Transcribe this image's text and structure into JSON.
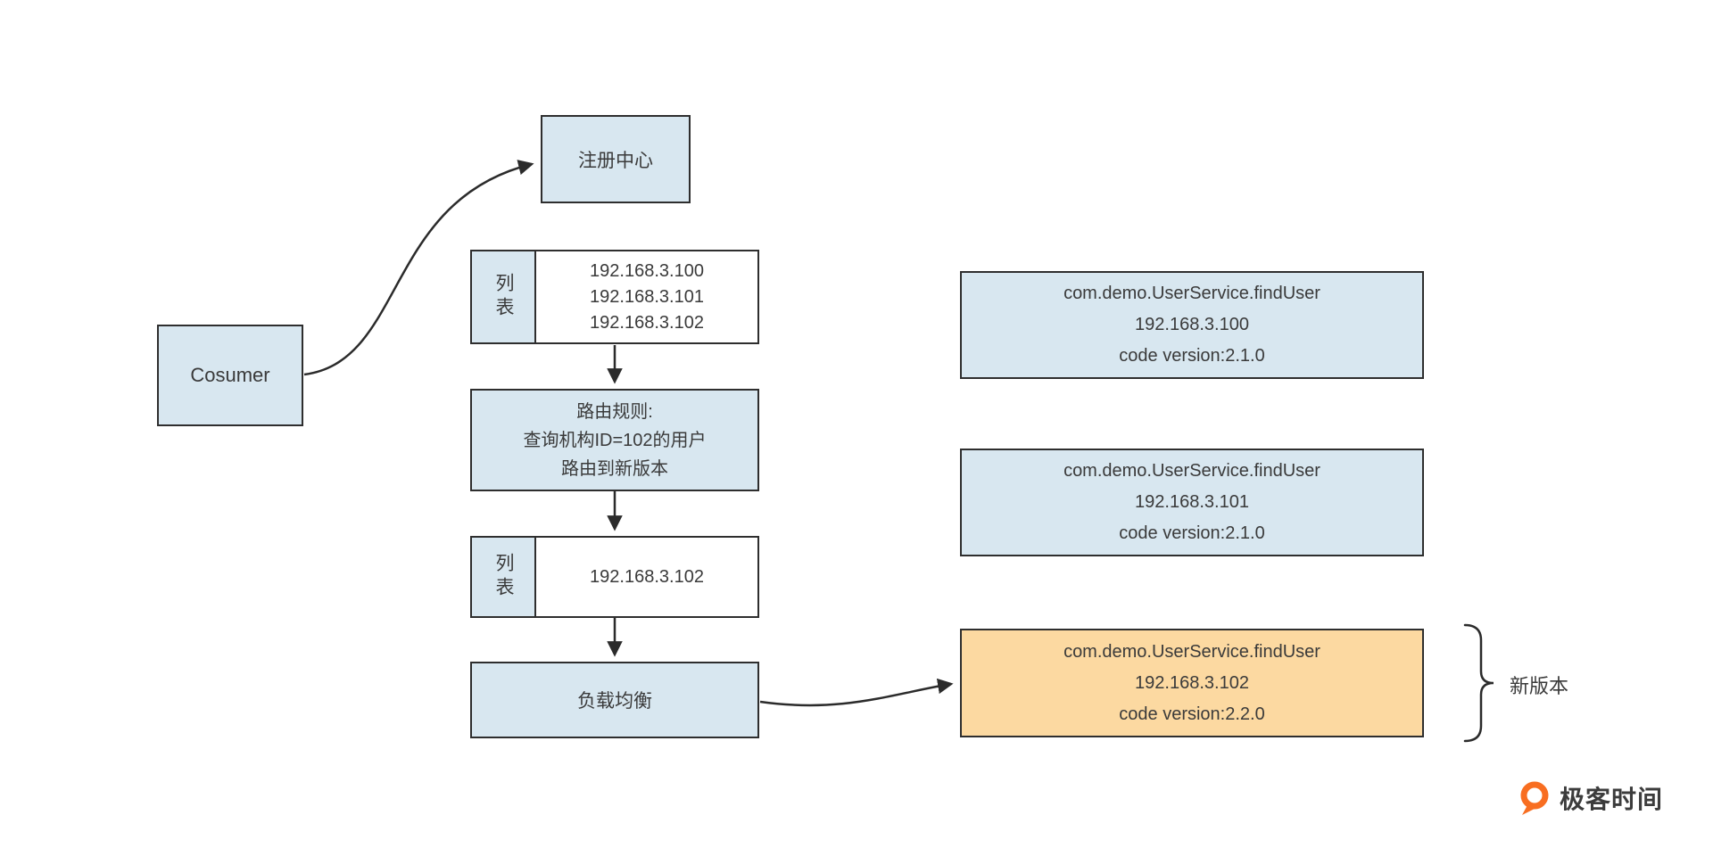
{
  "diagram": {
    "registry": {
      "label": "注册中心"
    },
    "consumer": {
      "label": "Cosumer"
    },
    "provider_list": {
      "tag": "列表",
      "lines": [
        "192.168.3.100",
        "192.168.3.101",
        "192.168.3.102"
      ]
    },
    "router": {
      "lines": [
        "路由规则:",
        "查询机构ID=102的用户",
        "路由到新版本"
      ]
    },
    "filtered_list": {
      "tag": "列表",
      "line": "192.168.3.102"
    },
    "load_balancer": {
      "label": "负载均衡"
    },
    "providers": [
      {
        "lines": [
          "com.demo.UserService.findUser",
          "192.168.3.100",
          "code version:2.1.0"
        ],
        "highlight": false
      },
      {
        "lines": [
          "com.demo.UserService.findUser",
          "192.168.3.101",
          "code version:2.1.0"
        ],
        "highlight": false
      },
      {
        "lines": [
          "com.demo.UserService.findUser",
          "192.168.3.102",
          "code version:2.2.0"
        ],
        "highlight": true
      }
    ],
    "annotation": {
      "label": "新版本"
    },
    "brand": {
      "label": "极客时间"
    }
  },
  "colors": {
    "box_blue": "#d8e7f0",
    "box_orange": "#fcd9a1",
    "border": "#2e2e2e",
    "arrow": "#2b2b2b",
    "brand_orange": "#f86e21"
  }
}
